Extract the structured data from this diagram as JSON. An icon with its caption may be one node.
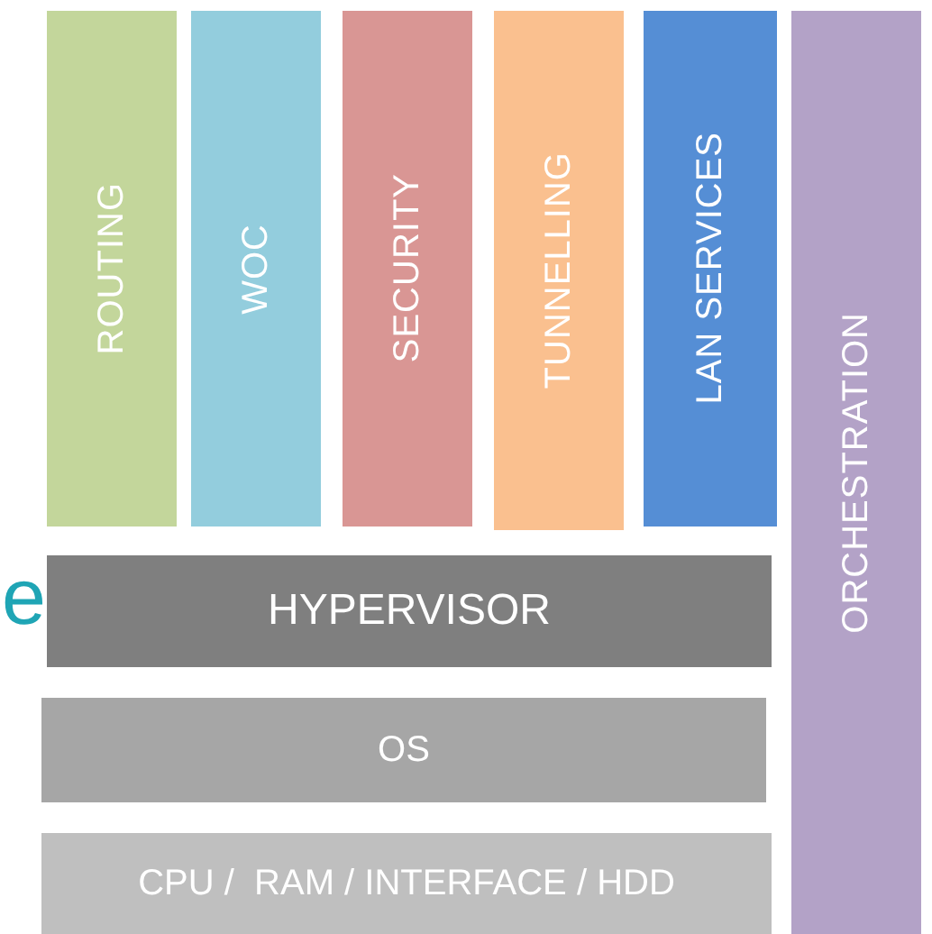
{
  "diagram": {
    "nodes": [
      {
        "text": [
          "ROUTING"
        ]
      },
      {
        "text": [
          "WOC"
        ]
      },
      {
        "text": [
          "SECURITY"
        ]
      },
      {
        "text": [
          "TUNNELLING"
        ]
      },
      {
        "text": [
          "LAN SERVICES"
        ]
      },
      {
        "text": [
          "ORCHESTRATION"
        ]
      },
      {
        "text": [
          "HYPERVISOR"
        ]
      },
      {
        "text": [
          "OS"
        ]
      },
      {
        "text": [
          "CPU /  RAM / INTERFACE / HDD"
        ]
      }
    ],
    "labels": [
      "e"
    ]
  }
}
